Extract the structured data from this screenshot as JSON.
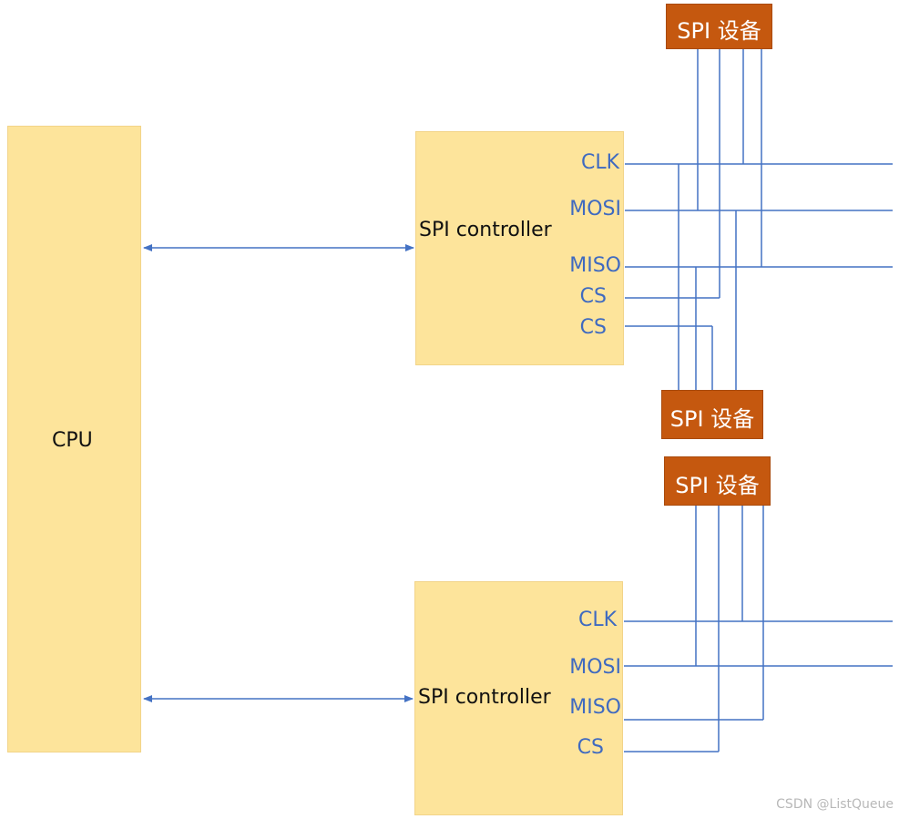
{
  "cpu": {
    "label": "CPU"
  },
  "controllers": [
    {
      "label": "SPI controller",
      "pins": [
        "CLK",
        "MOSI",
        "MISO",
        "CS",
        "CS"
      ]
    },
    {
      "label": "SPI controller",
      "pins": [
        "CLK",
        "MOSI",
        "MISO",
        "CS"
      ]
    }
  ],
  "devices": [
    {
      "label": "SPI 设备"
    },
    {
      "label": "SPI 设备"
    },
    {
      "label": "SPI 设备"
    }
  ],
  "watermark": "CSDN @ListQueue",
  "colors": {
    "block": "#fde49b",
    "device": "#c5580f",
    "wire": "#4472c4",
    "pin_text": "#3f6ac0"
  }
}
